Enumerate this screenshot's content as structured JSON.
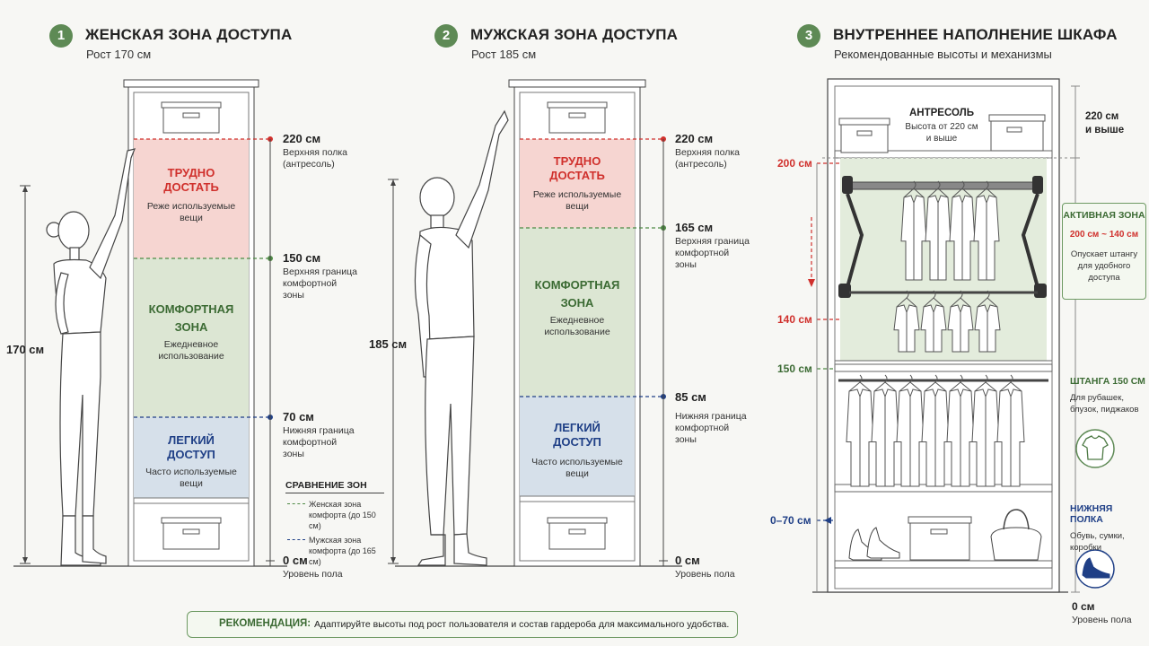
{
  "panels": [
    {
      "number": "1",
      "title": "ЖЕНСКАЯ ЗОНА ДОСТУПА",
      "subtitle": "Рост 170 см",
      "height_label": "170 см",
      "zones": {
        "hard": {
          "title_1": "ТРУДНО",
          "title_2": "ДОСТАТЬ",
          "desc_1": "Реже используемые",
          "desc_2": "вещи"
        },
        "comfort": {
          "title_1": "КОМФОРТНАЯ",
          "title_2": "ЗОНА",
          "desc_1": "Ежедневное",
          "desc_2": "использование"
        },
        "easy": {
          "title_1": "ЛЕГКИЙ",
          "title_2": "ДОСТУП",
          "desc_1": "Часто используемые",
          "desc_2": "вещи"
        }
      },
      "marks": [
        {
          "value": "220 см",
          "note_1": "Верхняя полка",
          "note_2": "(антресоль)",
          "note_3": ""
        },
        {
          "value": "150 см",
          "note_1": "Верхняя граница",
          "note_2": "комфортной",
          "note_3": "зоны"
        },
        {
          "value": "70 см",
          "note_1": "Нижняя граница",
          "note_2": "комфортной",
          "note_3": "зоны"
        },
        {
          "value": "0 см",
          "note_1": "Уровень пола",
          "note_2": "",
          "note_3": ""
        }
      ]
    },
    {
      "number": "2",
      "title": "МУЖСКАЯ ЗОНА ДОСТУПА",
      "subtitle": "Рост 185 см",
      "height_label": "185 см",
      "zones": {
        "hard": {
          "title_1": "ТРУДНО",
          "title_2": "ДОСТАТЬ",
          "desc_1": "Реже используемые",
          "desc_2": "вещи"
        },
        "comfort": {
          "title_1": "КОМФОРТНАЯ",
          "title_2": "ЗОНА",
          "desc_1": "Ежедневное",
          "desc_2": "использование"
        },
        "easy": {
          "title_1": "ЛЕГКИЙ",
          "title_2": "ДОСТУП",
          "desc_1": "Часто используемые",
          "desc_2": "вещи"
        }
      },
      "marks": [
        {
          "value": "220 см",
          "note_1": "Верхняя полка",
          "note_2": "(антресоль)",
          "note_3": ""
        },
        {
          "value": "165 см",
          "note_1": "Верхняя граница",
          "note_2": "комфортной",
          "note_3": "зоны"
        },
        {
          "value": "85 см",
          "note_1": "Нижняя граница",
          "note_2": "комфортной",
          "note_3": "зоны"
        },
        {
          "value": "0 см",
          "note_1": "Уровень пола",
          "note_2": "",
          "note_3": ""
        }
      ]
    },
    {
      "number": "3",
      "title": "ВНУТРЕННЕЕ НАПОЛНЕНИЕ ШКАФА",
      "subtitle": "Рекомендованные высоты и механизмы"
    }
  ],
  "legend": {
    "title": "СРАВНЕНИЕ ЗОН",
    "female_1": "Женская зона",
    "female_2": "комфорта (до 150 см)",
    "male_1": "Мужская зона",
    "male_2": "комфорта (до 165 см)"
  },
  "wardrobe": {
    "mezzanine_title": "АНТРЕСОЛЬ",
    "mezzanine_desc_1": "Высота от 220 см",
    "mezzanine_desc_2": "и выше",
    "left_marks": {
      "m200": "200 см",
      "m140": "140 см",
      "m150": "150 см",
      "m070": "0–70 см"
    },
    "right_top_1": "220 см",
    "right_top_2": "и выше",
    "active": {
      "title": "АКТИВНАЯ ЗОНА",
      "range": "200 см ~ 140 см",
      "desc_1": "Опускает штангу",
      "desc_2": "для удобного",
      "desc_3": "доступа"
    },
    "rod": {
      "title": "ШТАНГА 150 СМ",
      "desc_1": "Для рубашек,",
      "desc_2": "блузок, пиджаков"
    },
    "shelf": {
      "title": "НИЖНЯЯ ПОЛКА",
      "desc_1": "Обувь, сумки,",
      "desc_2": "коробки"
    },
    "floor_1": "0 см",
    "floor_2": "Уровень пола"
  },
  "recommendation": {
    "label": "РЕКОМЕНДАЦИЯ:",
    "text": "Адаптируйте высоты под рост пользователя и состав гардероба для максимального удобства."
  },
  "colors": {
    "green": "#5e8a55",
    "red": "#d0302c",
    "navy": "#1f3f86",
    "hard_zone": "#f6d5d1",
    "comfort_zone": "#dce6d3",
    "easy_zone": "#d6e0ea",
    "active_zone": "#e3ecdc"
  },
  "icons": [
    "check-circle-icon",
    "shirt-icon",
    "high-heel-icon",
    "arrow-left-icon",
    "arrow-down-icon"
  ]
}
